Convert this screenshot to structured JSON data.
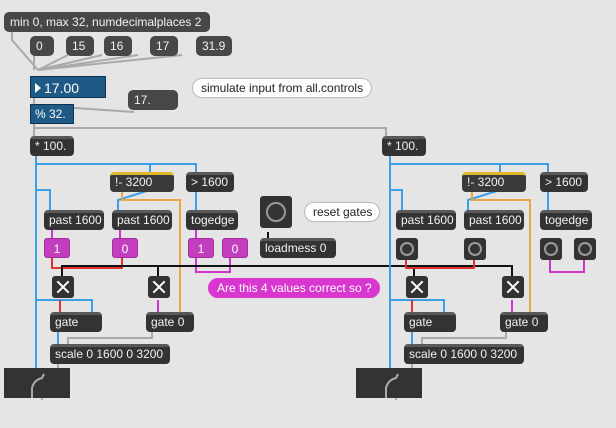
{
  "messages": {
    "range_msg": "min 0, max 32, numdecimalplaces 2",
    "preset_values": [
      "0",
      "15",
      "16",
      "17",
      "31.9"
    ],
    "value_17": "17."
  },
  "numbers": {
    "main_float": "17.00"
  },
  "objects": {
    "modulo": "% 32.",
    "mult_left": "* 100.",
    "mult_right": "* 100.",
    "rminus_left": "!- 3200",
    "rminus_right": "!- 3200",
    "gt_left": "> 1600",
    "gt_right": "> 1600",
    "past_left_a": "past 1600",
    "past_left_b": "past 1600",
    "past_right_a": "past 1600",
    "past_right_b": "past 1600",
    "togedge_left": "togedge",
    "togedge_right": "togedge",
    "loadmess": "loadmess 0",
    "gate_left": "gate",
    "gate0_left": "gate 0",
    "gate_right": "gate",
    "gate0_right": "gate 0",
    "scale_left": "scale 0 1600 0 3200",
    "scale_right": "scale 0 1600 0 3200"
  },
  "pink_values": {
    "left_a": "1",
    "left_b": "0",
    "left_c": "1",
    "left_d": "0"
  },
  "comments": {
    "simulate": "simulate input from all.controls",
    "reset": "reset gates",
    "question": "Are this 4 values correct so ?"
  },
  "colors": {
    "background": "#e5e5e5",
    "object": "#333333",
    "number_box": "#1f5a86",
    "pink_box": "#c23ebc",
    "comment_magenta": "#d936d0",
    "cord_blue": "#3da0e6",
    "cord_orange": "#e8a64a",
    "cord_red": "#e03030",
    "cord_magenta": "#cc35c5",
    "cord_black": "#111111",
    "cord_gray": "#aaaaaa"
  }
}
